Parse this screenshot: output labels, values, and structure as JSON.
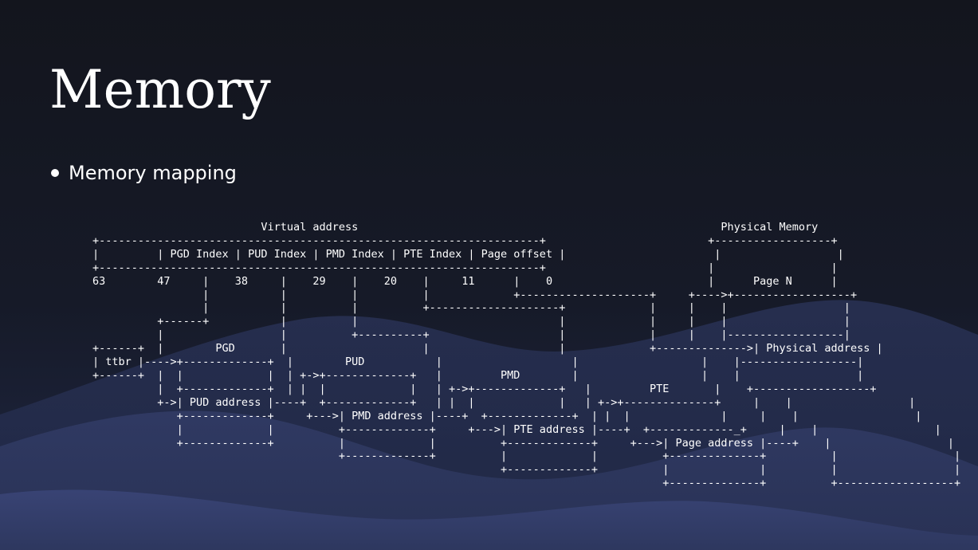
{
  "slide": {
    "title": "Memory",
    "bullets": [
      {
        "text": "Memory mapping"
      }
    ]
  },
  "diagram": {
    "ascii_lines": [
      "                          Virtual address                                                        Physical Memory",
      "+--------------------------------------------------------------------+                         +------------------+",
      "|         | PGD Index | PUD Index | PMD Index | PTE Index | Page offset |                       |                  |",
      "+--------------------------------------------------------------------+                         |                  |",
      "63        47     |    38     |    29    |    20    |     11      |    0                        |      Page N      |",
      "                 |           |          |          |             +--------------------+     +---->+------------------+",
      "                 |           |          |          +--------------------+             |     |    |                  |",
      "          +------+           |          |                               |             |     |    |                  |",
      "          |                  |          +----------+                    |             |     |    |------------------|",
      "+------+  |        PGD       |                     |                    |             +-------------->| Physical address |",
      "| ttbr |---->+-------------+  |        PUD           |                    |                   |    |------------------|",
      "+------+  |  |             |  | +->+-------------+   |         PMD        |                   |    |                  |",
      "          |  +-------------+  | |  |             |   | +->+-------------+   |         PTE       |    +------------------+",
      "          +->| PUD address |----+  +-------------+   | |  |             |   | +->+--------------+     |    |                  |",
      "             +-------------+     +--->| PMD address |----+  +-------------+  | |  |              |     |    |                  |",
      "             |             |          +-------------+     +--->| PTE address |----+  +-------------_+     |    |                  |",
      "             +-------------+          |             |          +-------------+     +--->| Page address |----+    |                  |",
      "                                      +-------------+          |             |          +--------------+          |                  |",
      "                                                               +-------------+          |              |          |                  |",
      "                                                                                        +--------------+          +------------------+"
    ]
  }
}
